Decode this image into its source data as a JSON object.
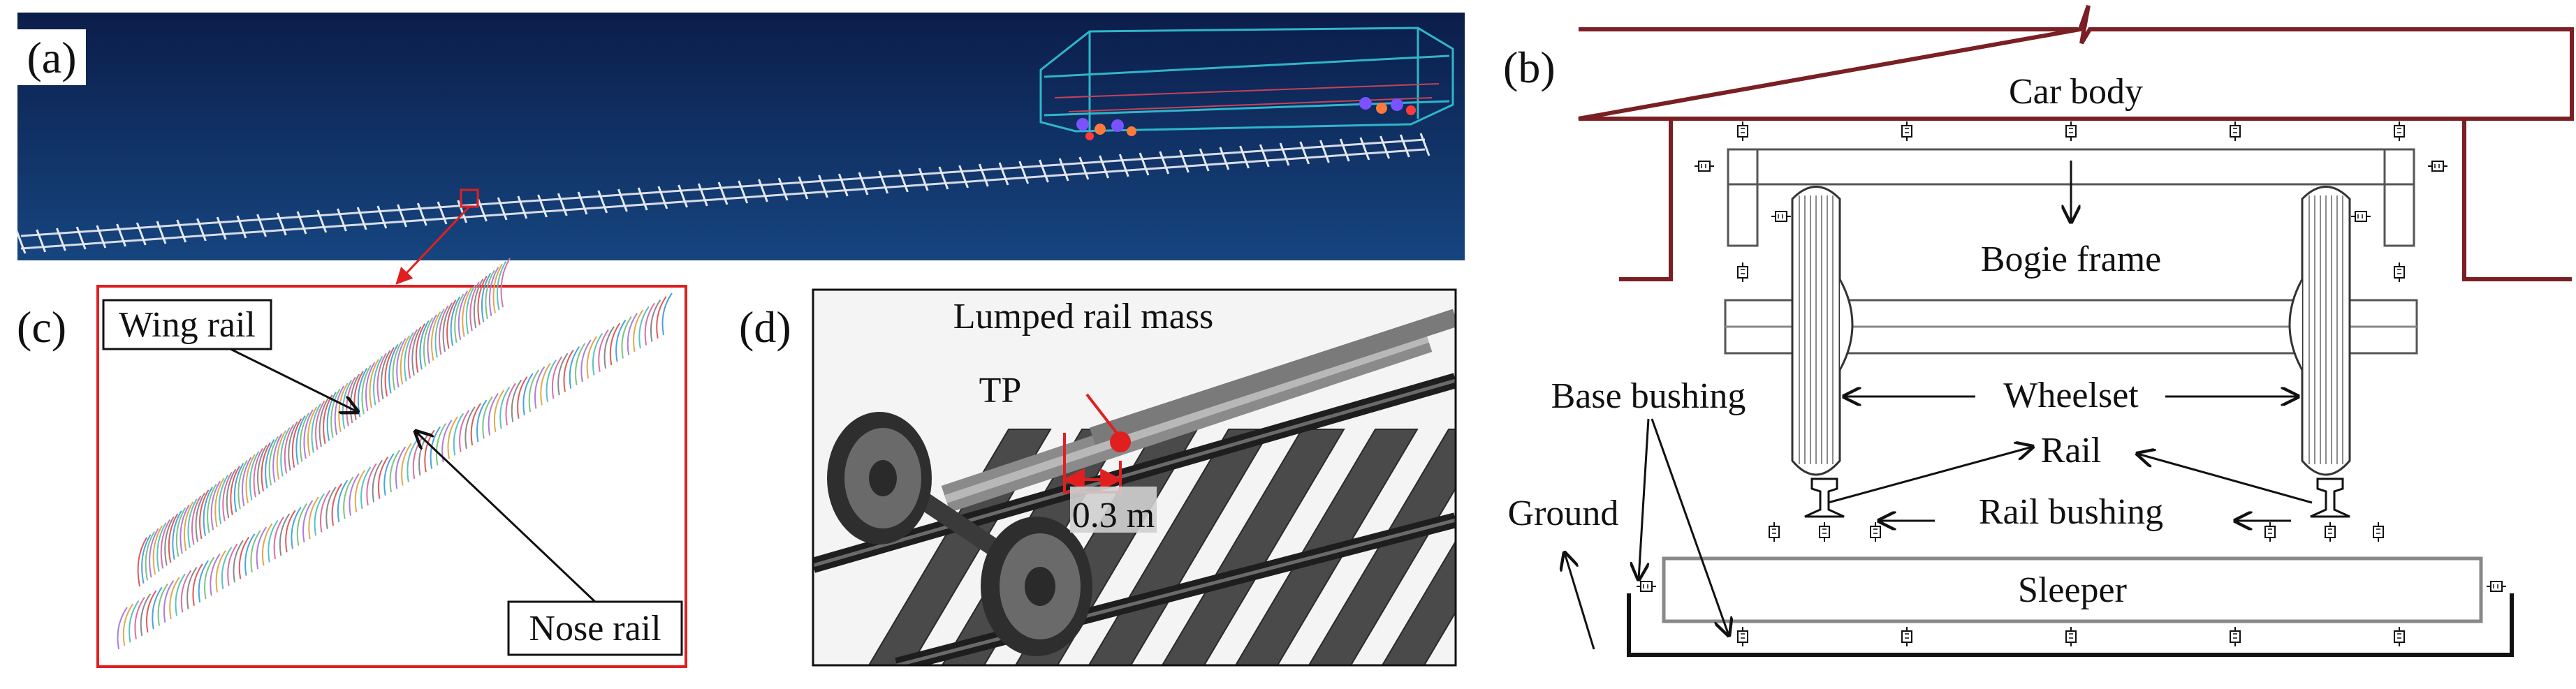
{
  "panels": {
    "a": {
      "letter": "(a)"
    },
    "b": {
      "letter": "(b)",
      "labels": {
        "car_body": "Car body",
        "bogie_frame": "Bogie frame",
        "wheelset": "Wheelset",
        "rail": "Rail",
        "base_bushing": "Base bushing",
        "rail_bushing": "Rail bushing",
        "ground": "Ground",
        "sleeper": "Sleeper"
      }
    },
    "c": {
      "letter": "(c)",
      "labels": {
        "wing_rail": "Wing rail",
        "nose_rail": "Nose rail"
      }
    },
    "d": {
      "letter": "(d)",
      "labels": {
        "lumped_rail_mass": "Lumped rail mass",
        "tp": "TP",
        "distance": "0.3 m"
      }
    }
  },
  "colors": {
    "sim_bg_top": "#0b1d4a",
    "sim_bg_bottom": "#123a78",
    "car_body": "#7a1f24",
    "highlight": "#e02020",
    "track": "#d8dce6",
    "line": "#111111"
  }
}
